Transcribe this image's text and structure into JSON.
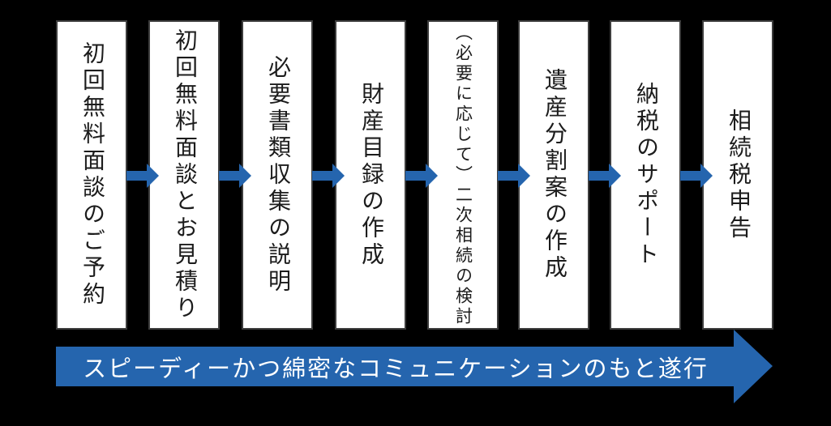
{
  "diagram": {
    "steps": [
      "初回無料面談のご予約",
      "初回無料面談とお見積り",
      "必要書類収集の説明",
      "財産目録の作成",
      "（必要に応じて）二次相続の検討",
      "遺産分割案の作成",
      "納税のサポート",
      "相続税申告"
    ],
    "banner": {
      "label": "スピーディーかつ綿密なコミュニケーションのもと遂行"
    },
    "colors": {
      "background": "#000000",
      "box_bg": "#ffffff",
      "box_border": "#3d3d3d",
      "step_text": "#1c1c1c",
      "arrow_blue": "#2565ae",
      "banner_text": "#ffffff"
    }
  }
}
